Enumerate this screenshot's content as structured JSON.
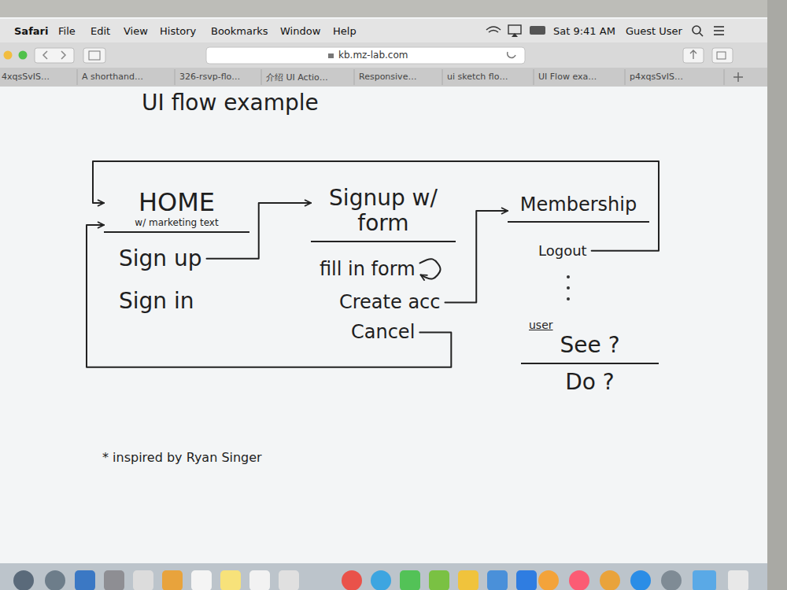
{
  "diagram": {
    "title": "UI flow example",
    "nodes": [
      {
        "text": [
          "HOME",
          "w/ marketing text"
        ]
      },
      {
        "text": [
          "Sign up"
        ],
        "in": 0
      },
      {
        "text": [
          "Sign in"
        ],
        "in": 0
      },
      {
        "text": [
          "Signup w/ form"
        ]
      },
      {
        "text": [
          "fill in form"
        ],
        "in": 3
      },
      {
        "text": [
          "Create acc"
        ],
        "in": 3
      },
      {
        "text": [
          "Cancel"
        ],
        "in": 3
      },
      {
        "text": [
          "Membership"
        ]
      },
      {
        "text": [
          "Logout"
        ],
        "in": 7
      },
      {
        "text": [
          "user",
          "See ?",
          "Do ?"
        ]
      }
    ],
    "edges": [
      {
        "from": 1,
        "to": 3,
        "arrow": "to"
      },
      {
        "from": 4,
        "to": 4,
        "arrow": "to"
      },
      {
        "from": 5,
        "to": 7,
        "arrow": "to"
      },
      {
        "from": 6,
        "to": 0,
        "arrow": "to"
      },
      {
        "from": 8,
        "to": 0,
        "arrow": "to"
      }
    ],
    "labels": [
      "Safari",
      "File",
      "Edit",
      "View",
      "History",
      "Bookmarks",
      "Window",
      "Help",
      "Sat 9:41 AM",
      "Guest User",
      "kb.mz-lab.com",
      "4xqsSvIS…",
      "A shorthand…",
      "326-rsvp-flo…",
      "介绍 UI Actio…",
      "Responsive…",
      "ui sketch flo…",
      "UI Flow exa…",
      "p4xqsSvIS…",
      "* inspired by Ryan Singer"
    ]
  }
}
